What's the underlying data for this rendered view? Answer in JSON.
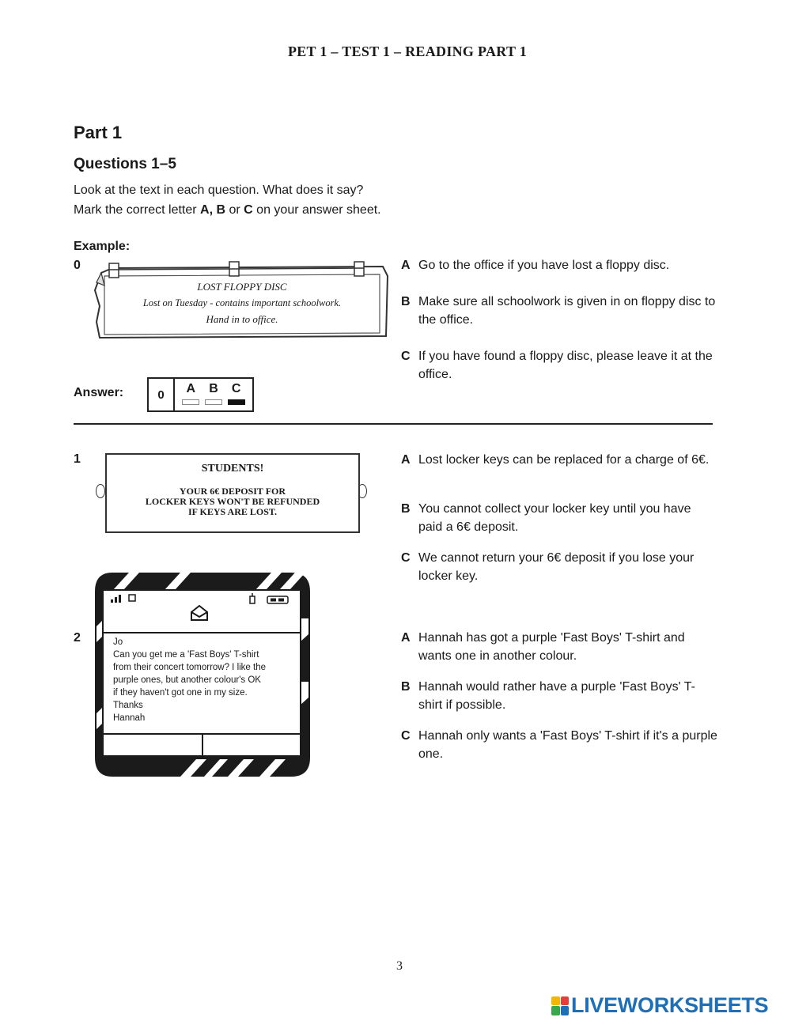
{
  "header": {
    "title": "PET 1 – TEST 1 – READING PART 1"
  },
  "part": {
    "title": "Part 1",
    "questions": "Questions 1–5"
  },
  "instructions": {
    "line1": "Look at the text in each question. What does it say?",
    "line2_pre": "Mark the correct letter ",
    "line2_a": "A,",
    "line2_b": " B",
    "line2_or": " or ",
    "line2_c": "C",
    "line2_post": " on your answer sheet."
  },
  "example": {
    "label": "Example:",
    "number": "0",
    "notice": {
      "title": "LOST FLOPPY DISC",
      "line1": "Lost on Tuesday - contains important schoolwork.",
      "line2": "Hand in to office."
    },
    "options": [
      {
        "letter": "A",
        "text": "Go to the office if you have lost a floppy disc."
      },
      {
        "letter": "B",
        "text": "Make sure all schoolwork is given in on floppy disc to the office."
      },
      {
        "letter": "C",
        "text": "If you have found a floppy disc, please leave it at the office."
      }
    ],
    "answer": {
      "label": "Answer:",
      "number": "0",
      "choices": [
        "A",
        "B",
        "C"
      ],
      "selected": "C"
    }
  },
  "question1": {
    "number": "1",
    "notice": {
      "title": "STUDENTS!",
      "line1": "YOUR 6€ DEPOSIT FOR",
      "line2": "LOCKER KEYS WON'T BE REFUNDED",
      "line3": "IF KEYS ARE LOST."
    },
    "options": [
      {
        "letter": "A",
        "text": "Lost locker keys can be replaced for a charge of 6€."
      },
      {
        "letter": "B",
        "text": "You cannot collect your locker key until you have paid a 6€ deposit."
      },
      {
        "letter": "C",
        "text": "We cannot return your 6€ deposit if you lose your locker key."
      }
    ]
  },
  "question2": {
    "number": "2",
    "message": {
      "line1": "Jo",
      "line2": "Can you get me a 'Fast Boys' T-shirt",
      "line3": "from their concert tomorrow? I like the",
      "line4": "purple ones, but another colour's OK",
      "line5": "if they haven't got one in my size.",
      "line6": "Thanks",
      "line7": "Hannah"
    },
    "options": [
      {
        "letter": "A",
        "text": "Hannah has got a purple 'Fast Boys' T-shirt and wants one in another colour."
      },
      {
        "letter": "B",
        "text": "Hannah would rather have a purple 'Fast Boys' T-shirt if possible."
      },
      {
        "letter": "C",
        "text": "Hannah only wants a 'Fast Boys' T-shirt if it's a purple one."
      }
    ]
  },
  "footer": {
    "page_number": "3",
    "brand": "LIVEWORKSHEETS"
  },
  "colors": {
    "brand_blue": "#1d6fb8",
    "text": "#1a1a1a"
  }
}
